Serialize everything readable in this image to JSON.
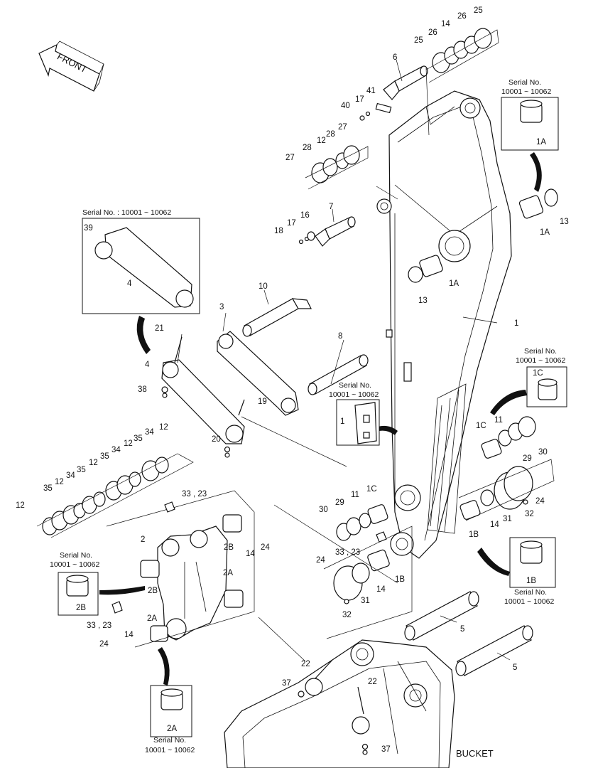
{
  "front_label": "FRONT",
  "bucket_label": "BUCKET",
  "serial_boxes": {
    "top_right": {
      "heading": "Serial No.",
      "range": "10001 ~ 10062",
      "part": "1A"
    },
    "right_mid": {
      "heading": "Serial No.",
      "range": "10001 ~ 10062",
      "part": "1C"
    },
    "link": {
      "heading": "Serial No. : 10001 ~ 10062",
      "part_ring": "39",
      "part_link": "4"
    },
    "arm_small": {
      "heading": "Serial No.",
      "range": "10001 ~ 10062",
      "part": "1"
    },
    "right_low": {
      "heading": "Serial No.",
      "range": "10001 ~ 10062",
      "part": "1B"
    },
    "left_mid": {
      "heading": "Serial No.",
      "range": "10001 ~ 10062",
      "part": "2B"
    },
    "left_low": {
      "heading": "Serial No.",
      "range": "10001 ~ 10062",
      "part": "2A"
    }
  },
  "callouts": {
    "c1": "1",
    "c1a_a": "1A",
    "c1a_b": "1A",
    "c1b": "1B",
    "c1b_b": "1B",
    "c1c_a": "1C",
    "c1c_b": "1C",
    "c2": "2",
    "c2a_a": "2A",
    "c2a_b": "2A",
    "c2b_a": "2B",
    "c2b_b": "2B",
    "c3": "3",
    "c4": "4",
    "c5_a": "5",
    "c5_b": "5",
    "c6": "6",
    "c7": "7",
    "c8": "8",
    "c10": "10",
    "c11_a": "11",
    "c11_b": "11",
    "c12_a": "12",
    "c12_b": "12",
    "c12_c": "12",
    "c12_d": "12",
    "c12_e": "12",
    "c12_f": "12",
    "c13_a": "13",
    "c13_b": "13",
    "c14_a": "14",
    "c14_b": "14",
    "c14_c": "14",
    "c14_d": "14",
    "c14_e": "14",
    "c16": "16",
    "c17_a": "17",
    "c17_b": "17",
    "c18": "18",
    "c19": "19",
    "c20": "20",
    "c21": "21",
    "c22_a": "22",
    "c22_b": "22",
    "c24_a": "24",
    "c24_b": "24",
    "c24_c": "24",
    "c24_d": "24",
    "c25_a": "25",
    "c25_b": "25",
    "c26_a": "26",
    "c26_b": "26",
    "c27_a": "27",
    "c27_b": "27",
    "c28_a": "28",
    "c28_b": "28",
    "c29_a": "29",
    "c29_b": "29",
    "c30_a": "30",
    "c30_b": "30",
    "c31_a": "31",
    "c31_b": "31",
    "c32_a": "32",
    "c32_b": "32",
    "c3323_a": "33 , 23",
    "c3323_b": "33 , 23",
    "c3323_c": "33 , 23",
    "c34_a": "34",
    "c34_b": "34",
    "c34_c": "34",
    "c35_a": "35",
    "c35_b": "35",
    "c35_c": "35",
    "c35_d": "35",
    "c37_a": "37",
    "c37_b": "37",
    "c38": "38",
    "c40": "40",
    "c41": "41"
  }
}
